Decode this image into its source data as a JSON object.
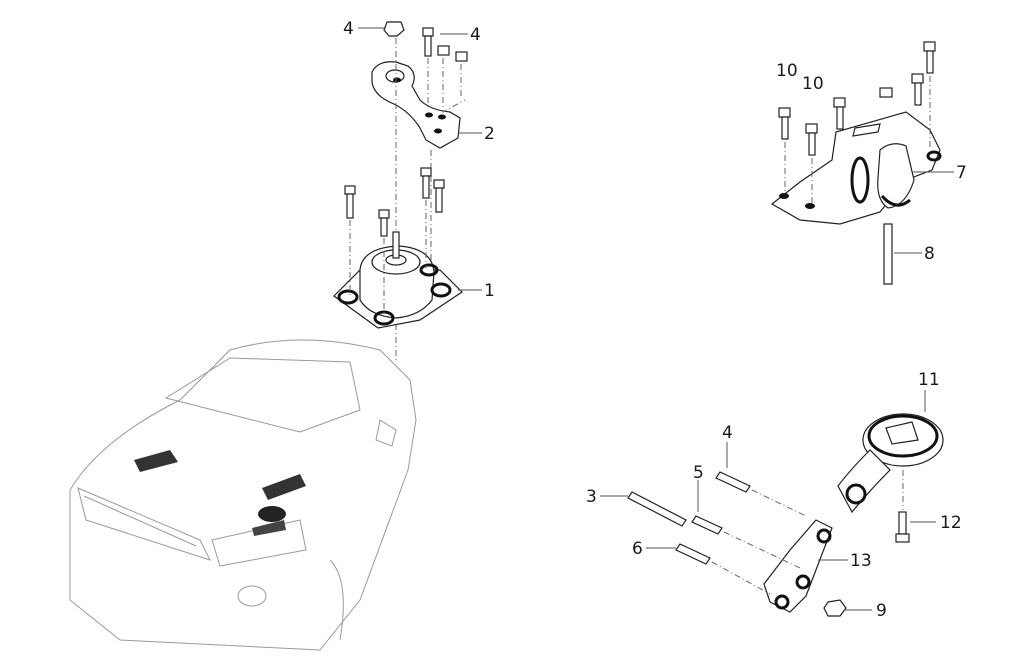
{
  "diagram": {
    "title": "Engine Mount Assembly Exploded View",
    "callouts": [
      {
        "id": "c1",
        "label": "1"
      },
      {
        "id": "c2",
        "label": "2"
      },
      {
        "id": "c3",
        "label": "3"
      },
      {
        "id": "c4a",
        "label": "4"
      },
      {
        "id": "c4b",
        "label": "4"
      },
      {
        "id": "c4c",
        "label": "4"
      },
      {
        "id": "c5",
        "label": "5"
      },
      {
        "id": "c6",
        "label": "6"
      },
      {
        "id": "c7",
        "label": "7"
      },
      {
        "id": "c8",
        "label": "8"
      },
      {
        "id": "c9",
        "label": "9"
      },
      {
        "id": "c10a",
        "label": "10"
      },
      {
        "id": "c10b",
        "label": "10"
      },
      {
        "id": "c11",
        "label": "11"
      },
      {
        "id": "c12",
        "label": "12"
      },
      {
        "id": "c13",
        "label": "13"
      }
    ],
    "colors": {
      "line": "#222222",
      "leader": "#555555",
      "car_outline": "#9a9a9a",
      "label": "#1a1a1a"
    }
  }
}
